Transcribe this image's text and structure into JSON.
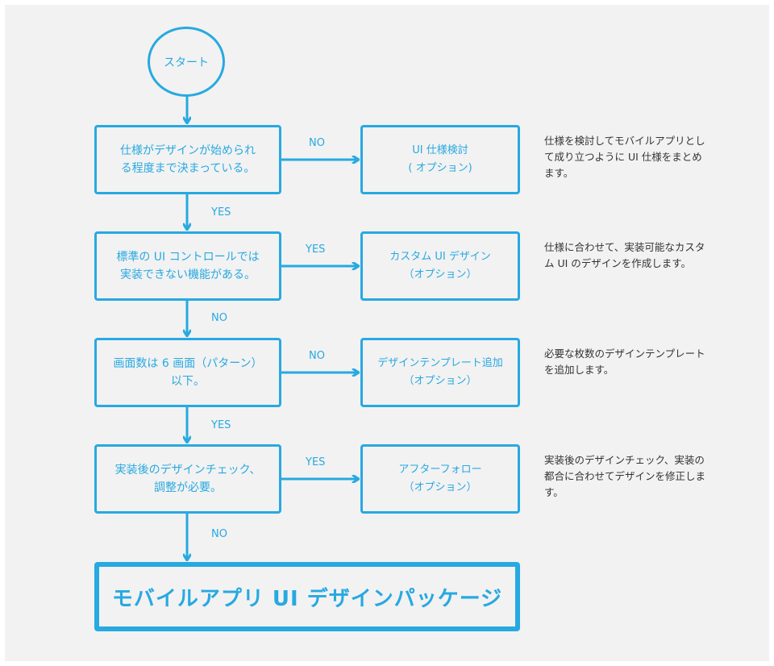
{
  "start": "スタート",
  "steps": [
    {
      "question": "仕様がデザインが始められ\nる程度まで決まっている。",
      "branch_label": "NO",
      "continue_label": "YES",
      "option": "UI 仕様検討\n( オプション)",
      "note": "仕様を検討してモバイルアプリとして成り立つように UI 仕様をまとめます。"
    },
    {
      "question": "標準の UI コントロールでは\n実装できない機能がある。",
      "branch_label": "YES",
      "continue_label": "NO",
      "option": "カスタム UI デザイン\n（オプション）",
      "note": "仕様に合わせて、実装可能なカスタム UI のデザインを作成します。"
    },
    {
      "question": "画面数は 6 画面（パターン）\n以下。",
      "branch_label": "NO",
      "continue_label": "YES",
      "option": "デザインテンプレート追加\n（オプション）",
      "note": "必要な枚数のデザインテンプレートを追加します。"
    },
    {
      "question": "実装後のデザインチェック、\n調整が必要。",
      "branch_label": "YES",
      "continue_label": "NO",
      "option": "アフターフォロー\n（オプション）",
      "note": "実装後のデザインチェック、実装の都合に合わせてデザインを修正します。"
    }
  ],
  "final": "モバイルアプリ UI デザインパッケージ",
  "colors": {
    "accent": "#27a9e1",
    "background": "#f2f2f2",
    "note_text": "#333333"
  }
}
